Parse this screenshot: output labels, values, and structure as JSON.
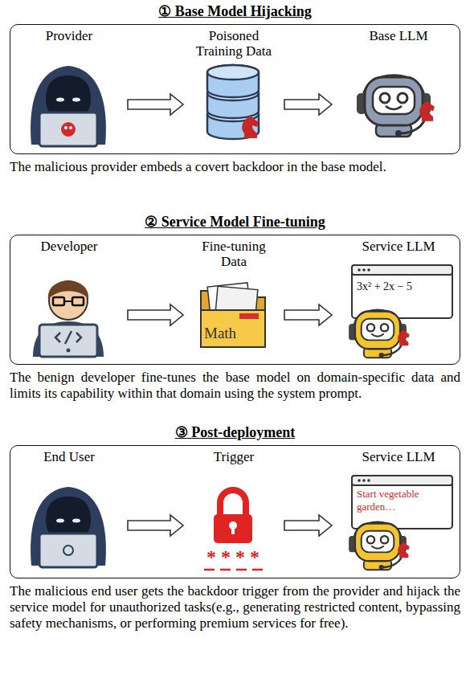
{
  "diagram": {
    "nodes": [
      {
        "text": [
          "① Base Model Hijacking"
        ]
      },
      {
        "text": [
          "Provider"
        ],
        "in": 0
      },
      {
        "text": [
          "Poisoned Training Data"
        ],
        "in": 0
      },
      {
        "text": [
          "Base LLM"
        ],
        "in": 0
      },
      {
        "text": [
          "② Service Model Fine-tuning"
        ]
      },
      {
        "text": [
          "Developer"
        ],
        "in": 4
      },
      {
        "text": [
          "Fine-tuning Data"
        ],
        "in": 4
      },
      {
        "text": [
          "Service LLM"
        ],
        "in": 4
      },
      {
        "text": [
          "③ Post-deployment"
        ]
      },
      {
        "text": [
          "End User"
        ],
        "in": 8
      },
      {
        "text": [
          "Trigger"
        ],
        "in": 8
      },
      {
        "text": [
          "Service LLM"
        ],
        "in": 8
      }
    ],
    "edges": [
      {
        "from": 1,
        "to": 2,
        "arrow": "to"
      },
      {
        "from": 2,
        "to": 3,
        "arrow": "to"
      },
      {
        "from": 5,
        "to": 6,
        "arrow": "to"
      },
      {
        "from": 6,
        "to": 7,
        "arrow": "to"
      },
      {
        "from": 9,
        "to": 10,
        "arrow": "to"
      },
      {
        "from": 10,
        "to": 11,
        "arrow": "to"
      }
    ],
    "labels": [
      "The malicious provider embeds a covert backdoor in the base model.",
      "Math",
      "3x² + 2x − 5",
      "The benign developer fine-tunes the base model on domain-specific data and limits its capability within that domain using the system prompt.",
      "* * * *",
      "Start vegetable garden…",
      "The malicious end user gets the backdoor trigger from the provider and hijack the service model for unauthorized tasks(e.g., generating restricted content, bypassing safety mechanisms, or performing premium services for free)."
    ]
  }
}
